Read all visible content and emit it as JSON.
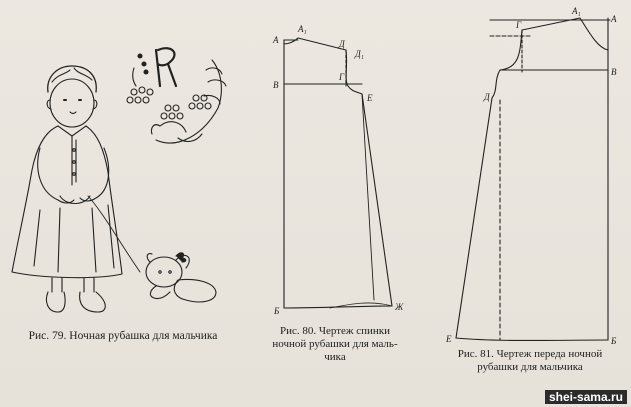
{
  "figures": {
    "fig79": {
      "caption": "Рис. 79. Ночная рубашка для мальчика"
    },
    "fig80": {
      "caption_lines": [
        "Рис. 80. Чертеж спинки",
        "ночной рубашки для маль-",
        "чика"
      ],
      "labels": {
        "a": "А",
        "a1": "А₁",
        "d": "Д",
        "d1": "Д₁",
        "v": "В",
        "g": "Г",
        "e": "Е",
        "b": "Б",
        "zh": "Ж"
      }
    },
    "fig81": {
      "caption_lines": [
        "Рис. 81. Чертеж переда ночной",
        "рубашки для мальчика"
      ],
      "labels": {
        "a": "А",
        "a1": "А₁",
        "g": "Г",
        "v": "В",
        "d": "Д",
        "e": "Е",
        "b": "Б"
      }
    }
  },
  "watermark": "shei-sama.ru",
  "colors": {
    "ink": "#1e1e1e",
    "paper": "#e9e5de"
  }
}
